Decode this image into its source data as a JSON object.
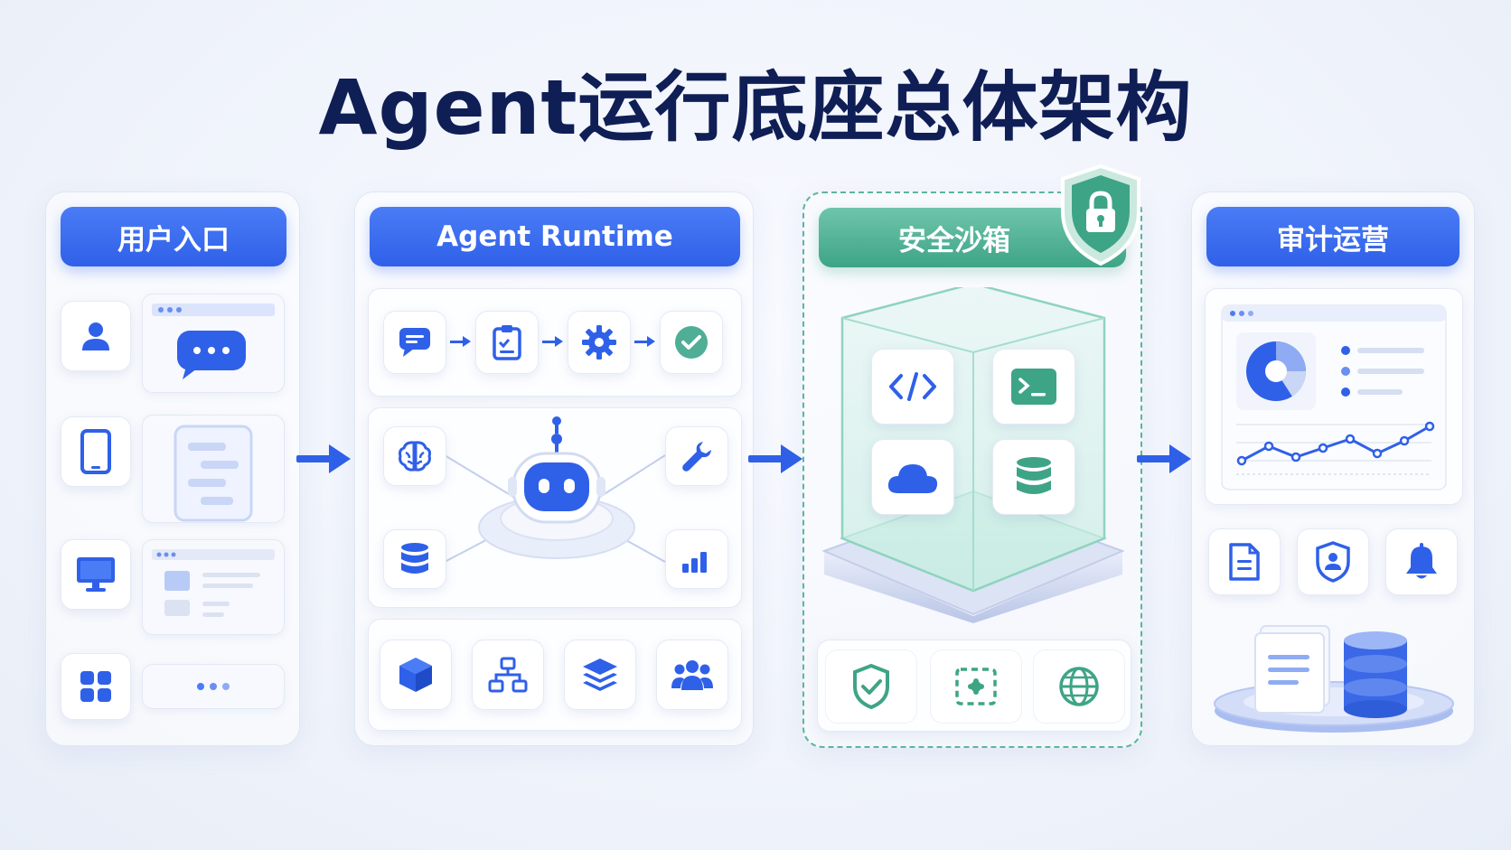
{
  "title": "Agent运行底座总体架构",
  "columns": {
    "user_entry": {
      "header": "用户入口"
    },
    "runtime": {
      "header": "Agent Runtime"
    },
    "sandbox": {
      "header": "安全沙箱"
    },
    "audit": {
      "header": "审计运营"
    }
  },
  "colors": {
    "primary": "#2f60e8",
    "accent_green": "#3ea486",
    "title": "#0f1e55"
  },
  "icons": {
    "user_entry": [
      "user-icon",
      "chat-bubble-icon",
      "mobile-phone-icon",
      "desktop-monitor-icon",
      "app-grid-icon"
    ],
    "runtime_flow": [
      "message-icon",
      "clipboard-icon",
      "gear-icon",
      "check-circle-icon"
    ],
    "runtime_core": [
      "brain-icon",
      "robot-icon",
      "wrench-icon",
      "database-icon",
      "bar-chart-icon"
    ],
    "runtime_base": [
      "cube-icon",
      "hierarchy-icon",
      "layers-icon",
      "users-icon"
    ],
    "sandbox": [
      "shield-lock-icon",
      "code-icon",
      "terminal-icon",
      "cloud-icon",
      "database-icon",
      "shield-check-icon",
      "dashed-box-icon",
      "globe-icon"
    ],
    "audit": [
      "pie-chart-icon",
      "line-chart-icon",
      "document-icon",
      "shield-user-icon",
      "bell-icon",
      "storage-icon"
    ]
  }
}
